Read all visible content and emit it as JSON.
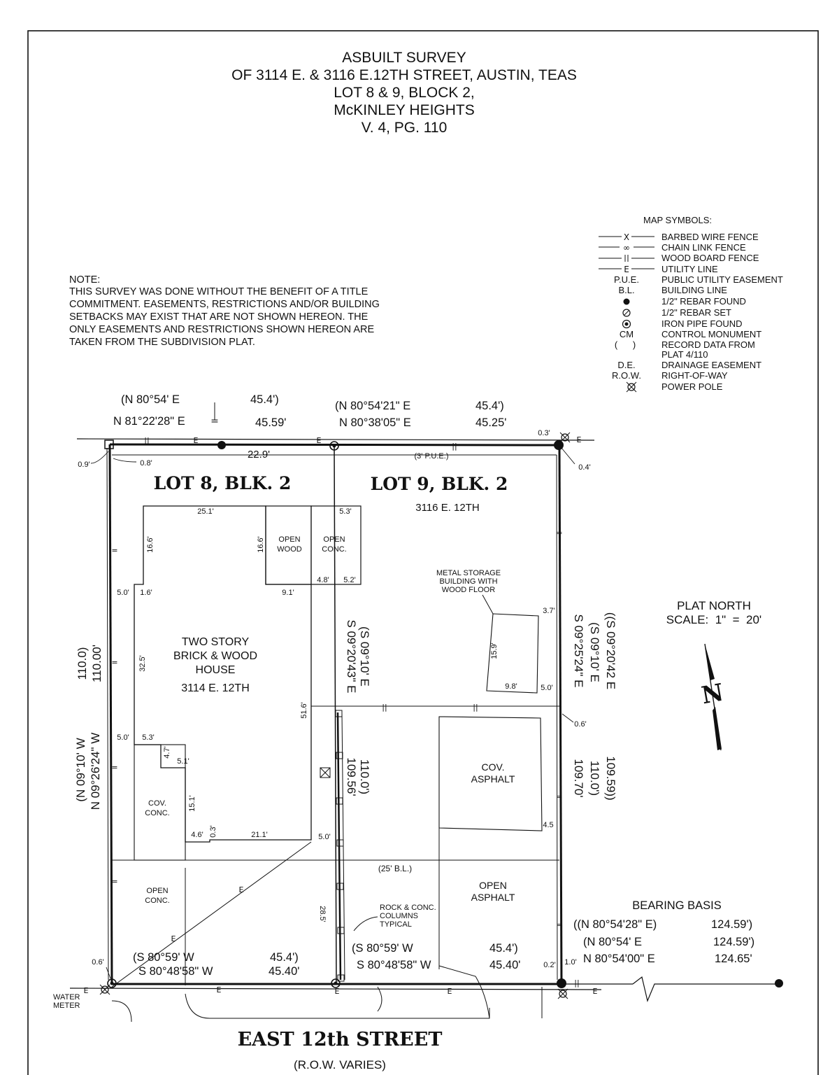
{
  "title": {
    "line1": "ASBUILT SURVEY",
    "line2": "OF 3114 E. & 3116 E.12TH STREET, AUSTIN, TEAS",
    "line3": "LOT 8 & 9, BLOCK 2,",
    "line4": "McKINLEY HEIGHTS",
    "line5": "V. 4, PG. 110"
  },
  "note": {
    "heading": "NOTE:",
    "lines": [
      "THIS SURVEY WAS DONE WITHOUT THE BENEFIT OF A TITLE",
      "COMMITMENT. EASEMENTS, RESTRICTIONS AND/OR BUILDING",
      "SETBACKS MAY EXIST THAT ARE NOT SHOWN HEREON. THE",
      "ONLY EASEMENTS AND RESTRICTIONS SHOWN HEREON ARE",
      "TAKEN FROM THE SUBDIVISION PLAT."
    ]
  },
  "legend": {
    "heading": "MAP SYMBOLS:",
    "items": [
      {
        "symbol": "x",
        "label": "BARBED WIRE FENCE"
      },
      {
        "symbol": "oo",
        "label": "CHAIN LINK FENCE"
      },
      {
        "symbol": "ll",
        "label": "WOOD BOARD FENCE"
      },
      {
        "symbol": "E",
        "label": "UTILITY LINE"
      },
      {
        "symbol": "P.U.E.",
        "label": "PUBLIC UTILITY EASEMENT"
      },
      {
        "symbol": "B.L.",
        "label": "BUILDING LINE"
      },
      {
        "symbol": "dot",
        "label": "1/2\" REBAR FOUND"
      },
      {
        "symbol": "rebar-set",
        "label": "1/2\" REBAR SET"
      },
      {
        "symbol": "iron-pipe",
        "label": "IRON PIPE FOUND"
      },
      {
        "symbol": "CM",
        "label": "CONTROL MONUMENT"
      },
      {
        "symbol": "(      )",
        "label": "RECORD DATA FROM",
        "label2": "PLAT 4/110"
      },
      {
        "symbol": "D.E.",
        "label": "DRAINAGE EASEMENT"
      },
      {
        "symbol": "R.O.W.",
        "label": "RIGHT-OF-WAY"
      },
      {
        "symbol": "power-pole",
        "label": "POWER POLE"
      }
    ]
  },
  "plat": {
    "north_label": "PLAT NORTH",
    "scale": "SCALE:  1\"  =  20'",
    "north_letter": "N"
  },
  "lots": {
    "lot8": "LOT 8, BLK. 2",
    "lot9": "LOT 9, BLK. 2",
    "lot9_address": "3116 E. 12TH"
  },
  "boundary": {
    "north_lot8_record": "(N 80°54' E",
    "north_lot8_record_dist": "45.4')",
    "north_lot8_measured": "N 81°22'28\" E",
    "north_lot8_measured_dist": "45.59'",
    "north_lot9_record": "(N 80°54'21\" E",
    "north_lot9_record_dist": "45.4')",
    "north_lot9_measured": "N 80°38'05\" E",
    "north_lot9_measured_dist": "45.25'",
    "west_record_dist": "110.0)",
    "west_measured_dist": "110.00'",
    "west_record_bearing": "(N 09°10' W",
    "west_measured_bearing": "N 09°26'24\" W",
    "mid_record_bearing": "(S 09°10' E",
    "mid_measured_bearing": "S 09°20'43\" E",
    "mid_record_dist": "110.0')",
    "mid_measured_dist": "109.56'",
    "east_rec_rec_bearing": "((S 09°20'42 E",
    "east_record_bearing": "(S 09°10' E",
    "east_measured_bearing": "S 09°25'24\" E",
    "east_rec_rec_dist": "109.59))",
    "east_record_dist": "110.0')",
    "east_measured_dist": "109.70'",
    "south_lot8_record": "(S 80°59' W",
    "south_lot8_record_dist": "45.4')",
    "south_lot8_measured": "S 80°48'58\" W",
    "south_lot8_measured_dist": "45.40'",
    "south_lot9_record": "(S 80°59' W",
    "south_lot9_record_dist": "45.4')",
    "south_lot9_measured": "S 80°48'58\" W",
    "south_lot9_measured_dist": "45.40'"
  },
  "bearing_basis": {
    "heading": "BEARING BASIS",
    "rows": [
      {
        "bearing": "((N 80°54'28\" E)",
        "dist": "124.59')"
      },
      {
        "bearing": "(N 80°54' E",
        "dist": "124.59')"
      },
      {
        "bearing": "N 80°54'00\" E",
        "dist": "124.65'"
      }
    ]
  },
  "structures": {
    "house_line1": "TWO STORY",
    "house_line2": "BRICK & WOOD",
    "house_line3": "HOUSE",
    "house_address": "3114 E. 12TH",
    "open_wood_1": "OPEN",
    "open_wood_2": "WOOD",
    "open_conc_1": "OPEN",
    "open_conc_2": "CONC.",
    "metal_1": "METAL STORAGE",
    "metal_2": "BUILDING WITH",
    "metal_3": "WOOD FLOOR",
    "cov_asphalt_1": "COV.",
    "cov_asphalt_2": "ASPHALT",
    "cov_conc_1": "COV.",
    "cov_conc_2": "CONC.",
    "open_conc_s1": "OPEN",
    "open_conc_s2": "CONC.",
    "open_asphalt_1": "OPEN",
    "open_asphalt_2": "ASPHALT",
    "rock_1": "ROCK & CONC.",
    "rock_2": "COLUMNS",
    "rock_3": "TYPICAL",
    "water_1": "WATER",
    "water_2": "METER",
    "pue": "(3' P.U.E.)",
    "bl": "(25' B.L.)"
  },
  "dims": {
    "d229": "22.9'",
    "d251": "25.1'",
    "d53a": "5.3'",
    "d166a": "16.6'",
    "d166b": "16.6'",
    "d48": "4.8'",
    "d52": "5.2'",
    "d50a": "5.0'",
    "d16": "1.6'",
    "d91": "9.1'",
    "d325": "32.5'",
    "d516": "51.6'",
    "d50b": "5.0'",
    "d53b": "5.3'",
    "d47": "4.7'",
    "d51": "5.1'",
    "d151": "15.1'",
    "d46": "4.6'",
    "d03": "0.3'",
    "d211": "21.1'",
    "d50c": "5.0'",
    "d285": "28.5'",
    "d37": "3.7'",
    "d159": "15.9'",
    "d98": "9.8'",
    "d50d": "5.0'",
    "d06a": "0.6'",
    "d45": "4.5",
    "d09": "0.9'",
    "d08": "0.8'",
    "d03b": "0.3'",
    "d04": "0.4'",
    "d06b": "0.6'",
    "d02": "0.2'",
    "d10": "1.0'"
  },
  "street": {
    "name": "EAST 12th STREET",
    "row": "(R.O.W. VARIES)"
  }
}
